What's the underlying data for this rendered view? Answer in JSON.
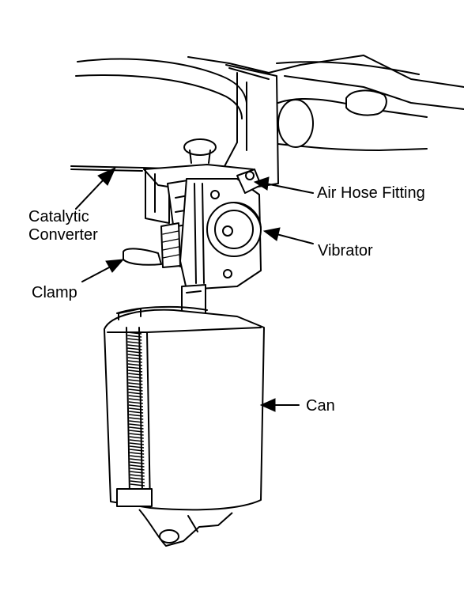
{
  "labels": {
    "catalytic_converter_line1": "Catalytic",
    "catalytic_converter_line2": "Converter",
    "clamp": "Clamp",
    "air_hose_fitting": "Air Hose Fitting",
    "vibrator": "Vibrator",
    "can": "Can"
  }
}
